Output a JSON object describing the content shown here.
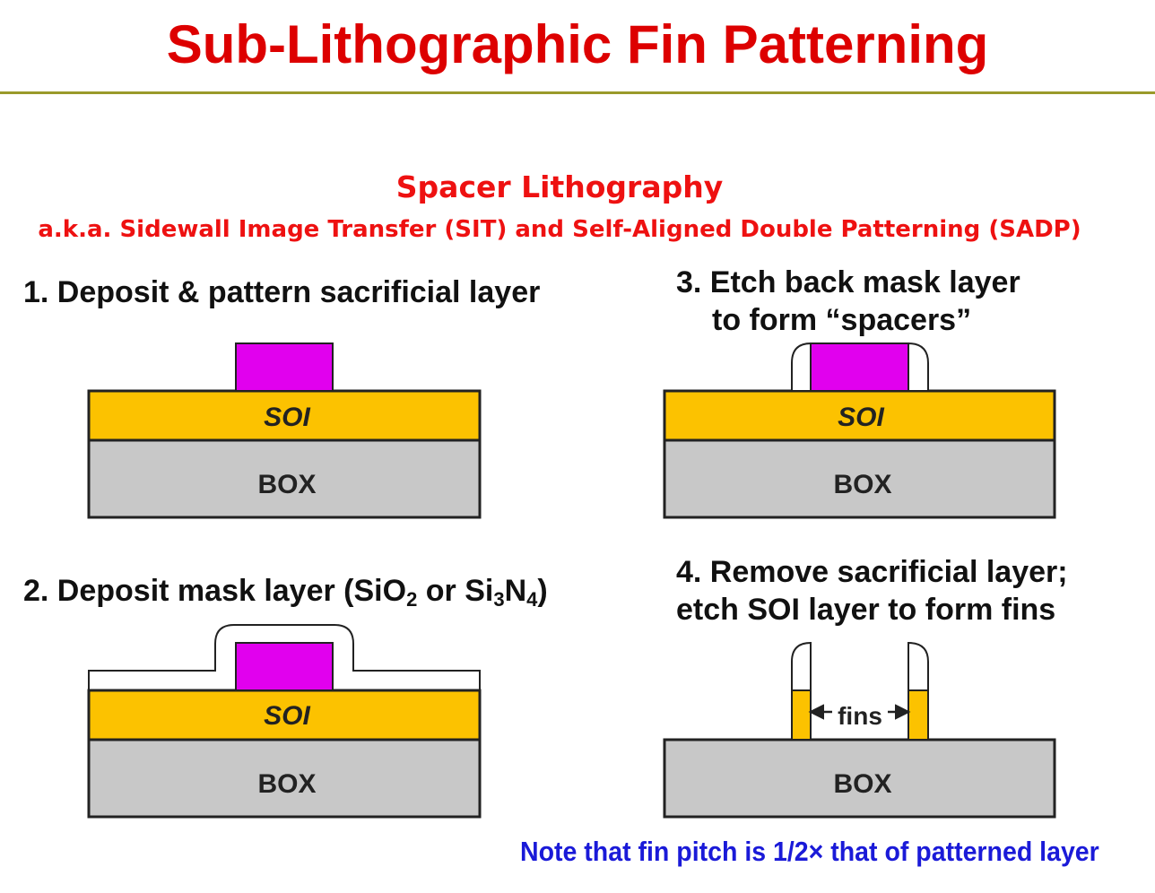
{
  "title": "Sub-Lithographic Fin Patterning",
  "subtitle": {
    "main": "Spacer Lithography",
    "aka": "a.k.a. Sidewall Image Transfer (SIT) and Self-Aligned Double Patterning (SADP)"
  },
  "steps": {
    "step1": {
      "text": "1. Deposit & pattern sacrificial layer"
    },
    "step2": {
      "prefix": "2. Deposit mask layer (SiO",
      "sub1": "2",
      "mid": " or Si",
      "sub2": "3",
      "mid2": "N",
      "sub3": "4",
      "suffix": ")"
    },
    "step3": {
      "line1": "3. Etch back mask layer",
      "line2": "to form “spacers”"
    },
    "step4": {
      "line1": "4. Remove sacrificial layer;",
      "line2": "etch SOI layer to form fins"
    }
  },
  "labels": {
    "soi": "SOI",
    "box": "BOX",
    "fins": "fins"
  },
  "note": "Note that fin pitch is 1/2× that of patterned layer",
  "colors": {
    "title": "#dd0000",
    "subtitle": "#ee1111",
    "rule": "#9a9a2a",
    "note": "#1a1ad8",
    "soi": "#fcc200",
    "box": "#c8c8c8",
    "sacrificial": "#e100ee",
    "mask": "#ffffff",
    "outline": "#222222"
  }
}
